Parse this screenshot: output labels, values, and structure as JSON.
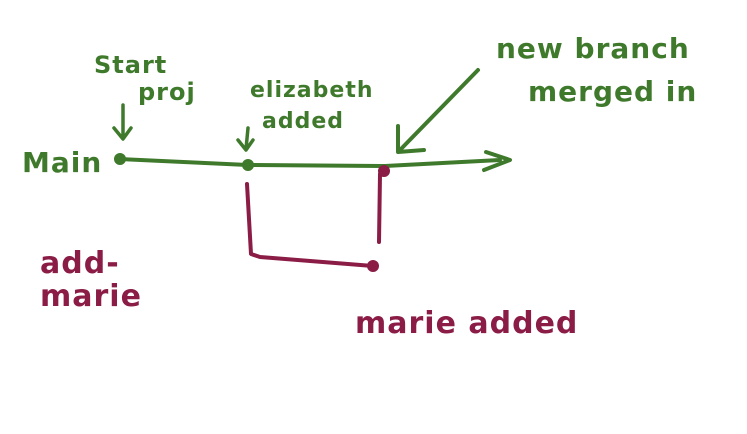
{
  "colors": {
    "main_branch": "#3f7a2c",
    "feature_branch": "#8a1c45",
    "background": "#ffffff"
  },
  "labels": {
    "main": "Main",
    "start_line1": "Start",
    "start_line2": "proj",
    "elizabeth_line1": "elizabeth",
    "elizabeth_line2": "added",
    "merged_line1": "new branch",
    "merged_line2": "merged in",
    "branch_line1": "add-",
    "branch_line2": "marie",
    "marie": "marie added"
  }
}
